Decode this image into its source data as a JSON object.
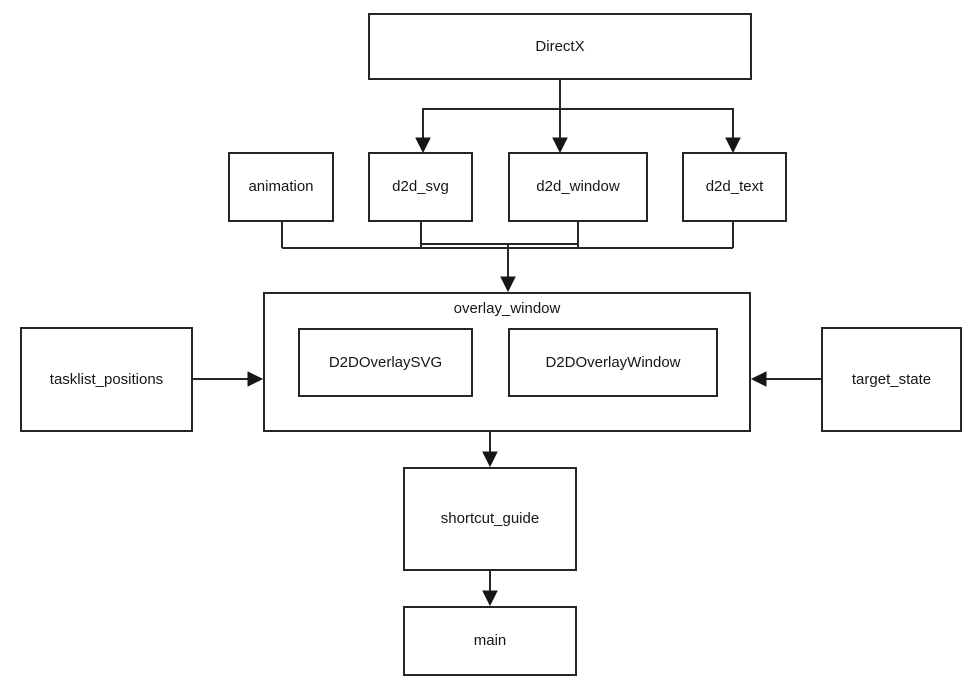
{
  "diagram": {
    "type": "module-dependency-graph",
    "nodes": {
      "directx": {
        "label": "DirectX"
      },
      "animation": {
        "label": "animation"
      },
      "d2d_svg": {
        "label": "d2d_svg"
      },
      "d2d_window": {
        "label": "d2d_window"
      },
      "d2d_text": {
        "label": "d2d_text"
      },
      "overlay_window": {
        "label": "overlay_window"
      },
      "d2d_overlay_svg": {
        "label": "D2DOverlaySVG"
      },
      "d2d_overlay_window": {
        "label": "D2DOverlayWindow"
      },
      "tasklist_positions": {
        "label": "tasklist_positions"
      },
      "target_state": {
        "label": "target_state"
      },
      "shortcut_guide": {
        "label": "shortcut_guide"
      },
      "main": {
        "label": "main"
      }
    },
    "edges": [
      {
        "from": "DirectX",
        "to": "d2d_svg"
      },
      {
        "from": "DirectX",
        "to": "d2d_window"
      },
      {
        "from": "DirectX",
        "to": "d2d_text"
      },
      {
        "from": "animation",
        "to": "overlay_window"
      },
      {
        "from": "d2d_svg",
        "to": "overlay_window"
      },
      {
        "from": "d2d_window",
        "to": "overlay_window"
      },
      {
        "from": "d2d_text",
        "to": "overlay_window"
      },
      {
        "from": "tasklist_positions",
        "to": "overlay_window"
      },
      {
        "from": "target_state",
        "to": "overlay_window"
      },
      {
        "from": "overlay_window",
        "to": "shortcut_guide"
      },
      {
        "from": "shortcut_guide",
        "to": "main"
      }
    ],
    "containment": [
      {
        "parent": "overlay_window",
        "children": [
          "D2DOverlaySVG",
          "D2DOverlayWindow"
        ]
      }
    ],
    "colors": {
      "background": "#ffffff",
      "line": "#262626",
      "text": "#161616",
      "node_fill": "#ffffff"
    }
  }
}
